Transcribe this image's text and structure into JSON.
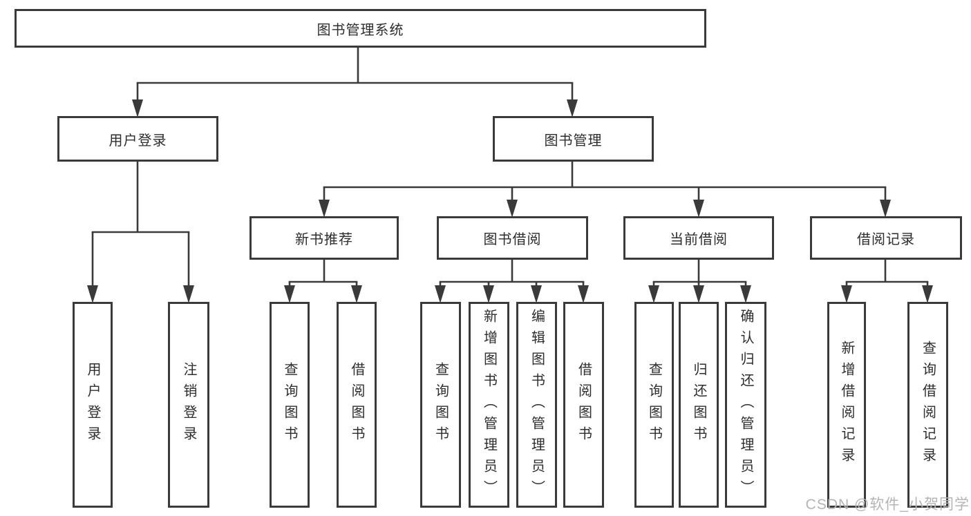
{
  "diagram": {
    "title": "图书管理系统",
    "watermark": "CSDN @软件_小贺同学",
    "colors": {
      "line": "#3a3a3a",
      "node_border": "#3a3a3a",
      "text": "#2d2d2d",
      "watermark": "#b4b4b4",
      "background": "#ffffff"
    },
    "root": {
      "label": "图书管理系统",
      "children": [
        {
          "label": "用户登录",
          "children": [
            {
              "label": "用户登录"
            },
            {
              "label": "注销登录"
            }
          ]
        },
        {
          "label": "图书管理",
          "children": [
            {
              "label": "新书推荐",
              "children": [
                {
                  "label": "查询图书"
                },
                {
                  "label": "借阅图书"
                }
              ]
            },
            {
              "label": "图书借阅",
              "children": [
                {
                  "label": "查询图书"
                },
                {
                  "label": "新增图书（管理员）"
                },
                {
                  "label": "编辑图书（管理员）"
                },
                {
                  "label": "借阅图书"
                }
              ]
            },
            {
              "label": "当前借阅",
              "children": [
                {
                  "label": "查询图书"
                },
                {
                  "label": "归还图书"
                },
                {
                  "label": "确认归还（管理员）"
                }
              ]
            },
            {
              "label": "借阅记录",
              "children": [
                {
                  "label": "新增借阅记录"
                },
                {
                  "label": "查询借阅记录"
                }
              ]
            }
          ]
        }
      ]
    }
  }
}
